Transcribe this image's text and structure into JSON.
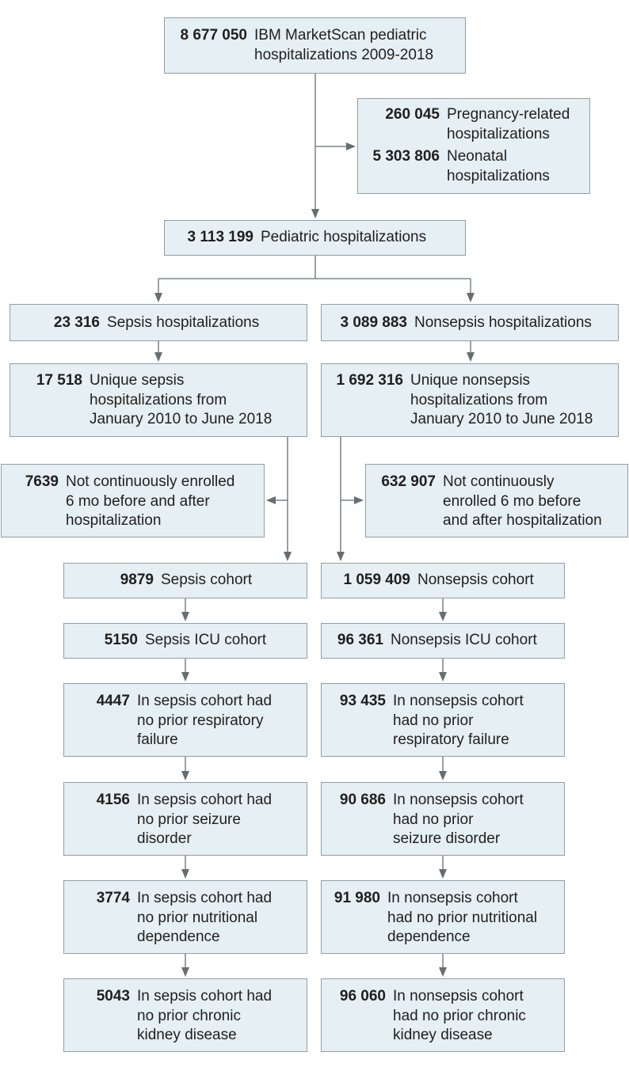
{
  "flowchart": {
    "nodes": [
      {
        "id": "marketscan",
        "count": "8 677 050",
        "text": "IBM MarketScan pediatric\nhospitalizations 2009-2018"
      },
      {
        "id": "pregnancy",
        "count": "260 045",
        "text": "Pregnancy-related\nhospitalizations"
      },
      {
        "id": "neonatal",
        "count": "5 303 806",
        "text": "Neonatal\nhospitalizations"
      },
      {
        "id": "pediatric",
        "count": "3 113 199",
        "text": "Pediatric hospitalizations"
      },
      {
        "id": "sepsis",
        "count": "23 316",
        "text": "Sepsis hospitalizations"
      },
      {
        "id": "nonsepsis",
        "count": "3 089 883",
        "text": "Nonsepsis hospitalizations"
      },
      {
        "id": "unique-sepsis",
        "count": "17 518",
        "text": "Unique sepsis\nhospitalizations from\nJanuary 2010 to June 2018"
      },
      {
        "id": "unique-nonsepsis",
        "count": "1 692 316",
        "text": "Unique nonsepsis\nhospitalizations from\nJanuary 2010 to June 2018"
      },
      {
        "id": "excluded-sepsis",
        "count": "7639",
        "text": "Not continuously enrolled\n6 mo before and after\nhospitalization"
      },
      {
        "id": "excluded-nonsepsis",
        "count": "632 907",
        "text": "Not continuously\nenrolled 6 mo before\nand after hospitalization"
      },
      {
        "id": "sepsis-cohort",
        "count": "9879",
        "text": "Sepsis cohort"
      },
      {
        "id": "nonsepsis-cohort",
        "count": "1 059 409",
        "text": "Nonsepsis cohort"
      },
      {
        "id": "sepsis-icu",
        "count": "5150",
        "text": "Sepsis ICU cohort"
      },
      {
        "id": "nonsepsis-icu",
        "count": "96 361",
        "text": "Nonsepsis ICU cohort"
      },
      {
        "id": "sepsis-resp",
        "count": "4447",
        "text": "In sepsis cohort had\nno prior respiratory\nfailure"
      },
      {
        "id": "nonsepsis-resp",
        "count": "93 435",
        "text": "In nonsepsis cohort\nhad no prior\nrespiratory failure"
      },
      {
        "id": "sepsis-seizure",
        "count": "4156",
        "text": "In sepsis cohort had\nno prior seizure\ndisorder"
      },
      {
        "id": "nonsepsis-seizure",
        "count": "90 686",
        "text": "In nonsepsis cohort\nhad no prior\nseizure disorder"
      },
      {
        "id": "sepsis-nutrition",
        "count": "3774",
        "text": "In sepsis cohort had\nno prior nutritional\ndependence"
      },
      {
        "id": "nonsepsis-nutrition",
        "count": "91 980",
        "text": "In nonsepsis cohort\nhad no prior nutritional\ndependence"
      },
      {
        "id": "sepsis-ckd",
        "count": "5043",
        "text": "In sepsis cohort had\nno prior chronic\nkidney disease"
      },
      {
        "id": "nonsepsis-ckd",
        "count": "96 060",
        "text": "In nonsepsis cohort\nhad no prior chronic\nkidney disease"
      }
    ],
    "colors": {
      "box_fill": "#e6eff3",
      "box_border": "#8f9fa7",
      "arrow": "#666e72",
      "text": "#1f1f1f"
    }
  }
}
